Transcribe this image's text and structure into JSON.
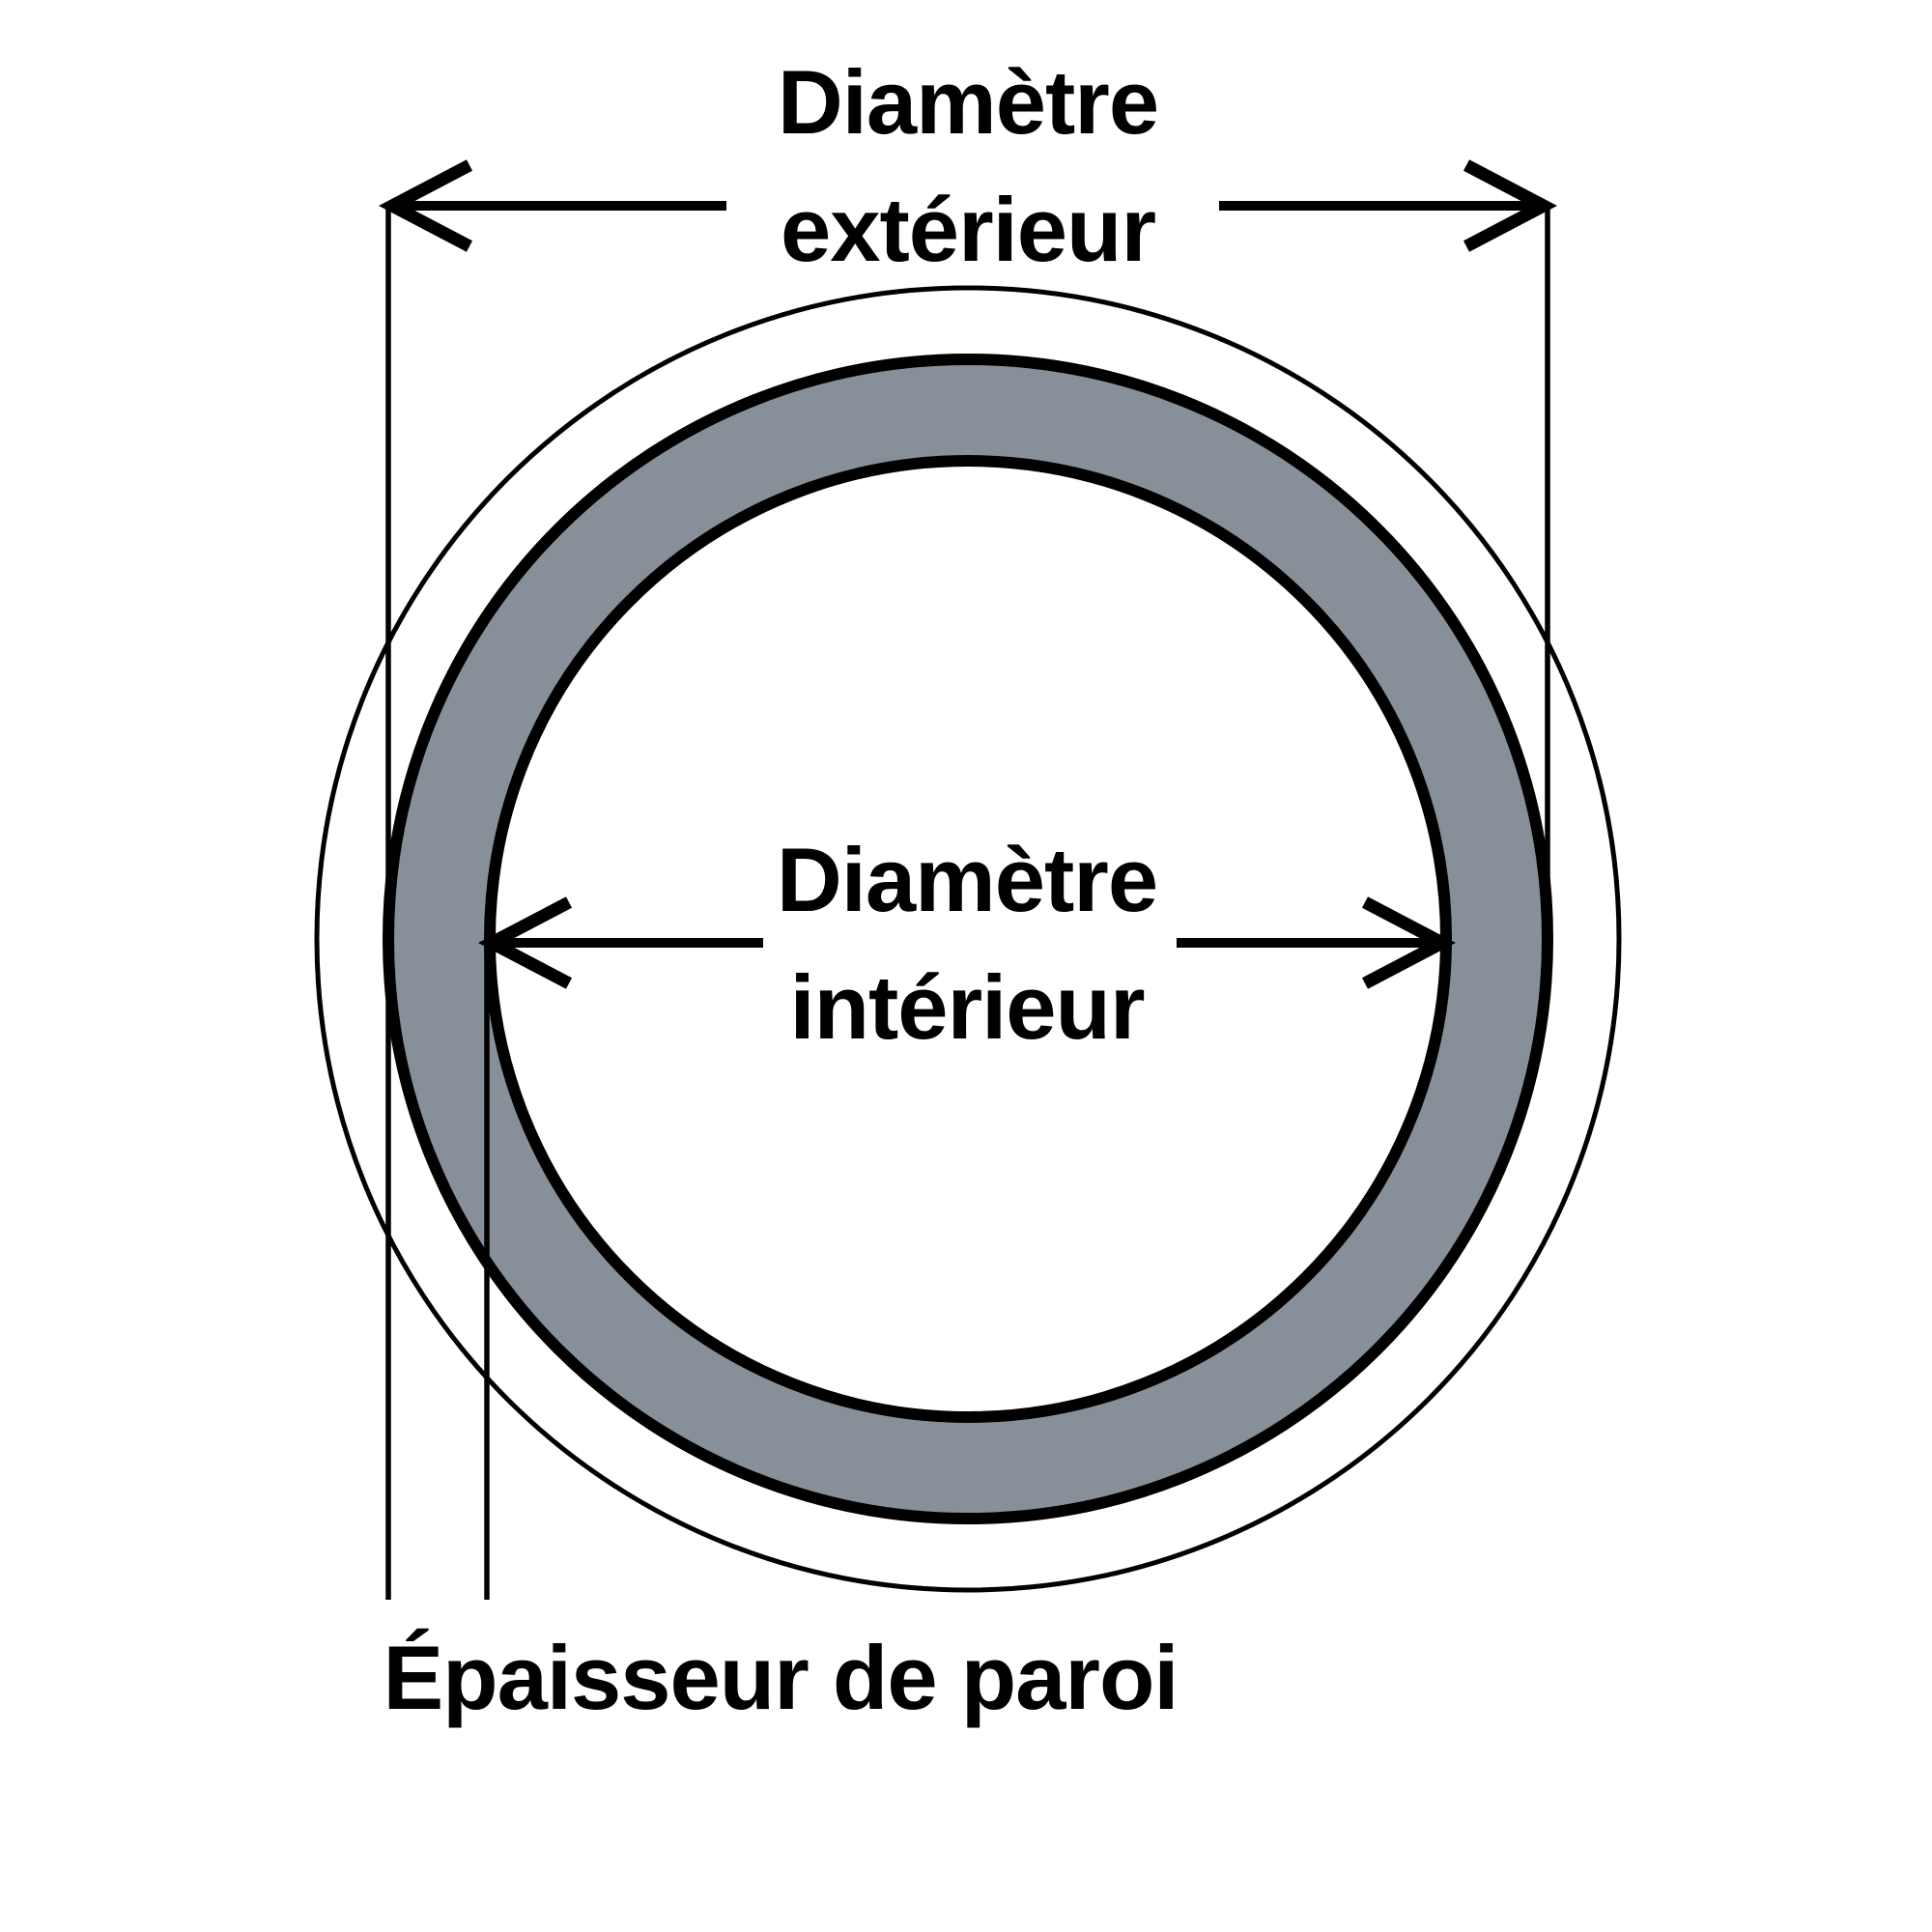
{
  "diagram": {
    "title_outer": {
      "line1": "Diamètre",
      "line2": "extérieur"
    },
    "title_inner": {
      "line1": "Diamètre",
      "line2": "intérieur"
    },
    "label_wall": "Épaisseur de paroi",
    "colors": {
      "wall_fill": "#879099",
      "stroke": "#000000",
      "bore_fill": "#ffffff",
      "background": "#ffffff"
    }
  }
}
